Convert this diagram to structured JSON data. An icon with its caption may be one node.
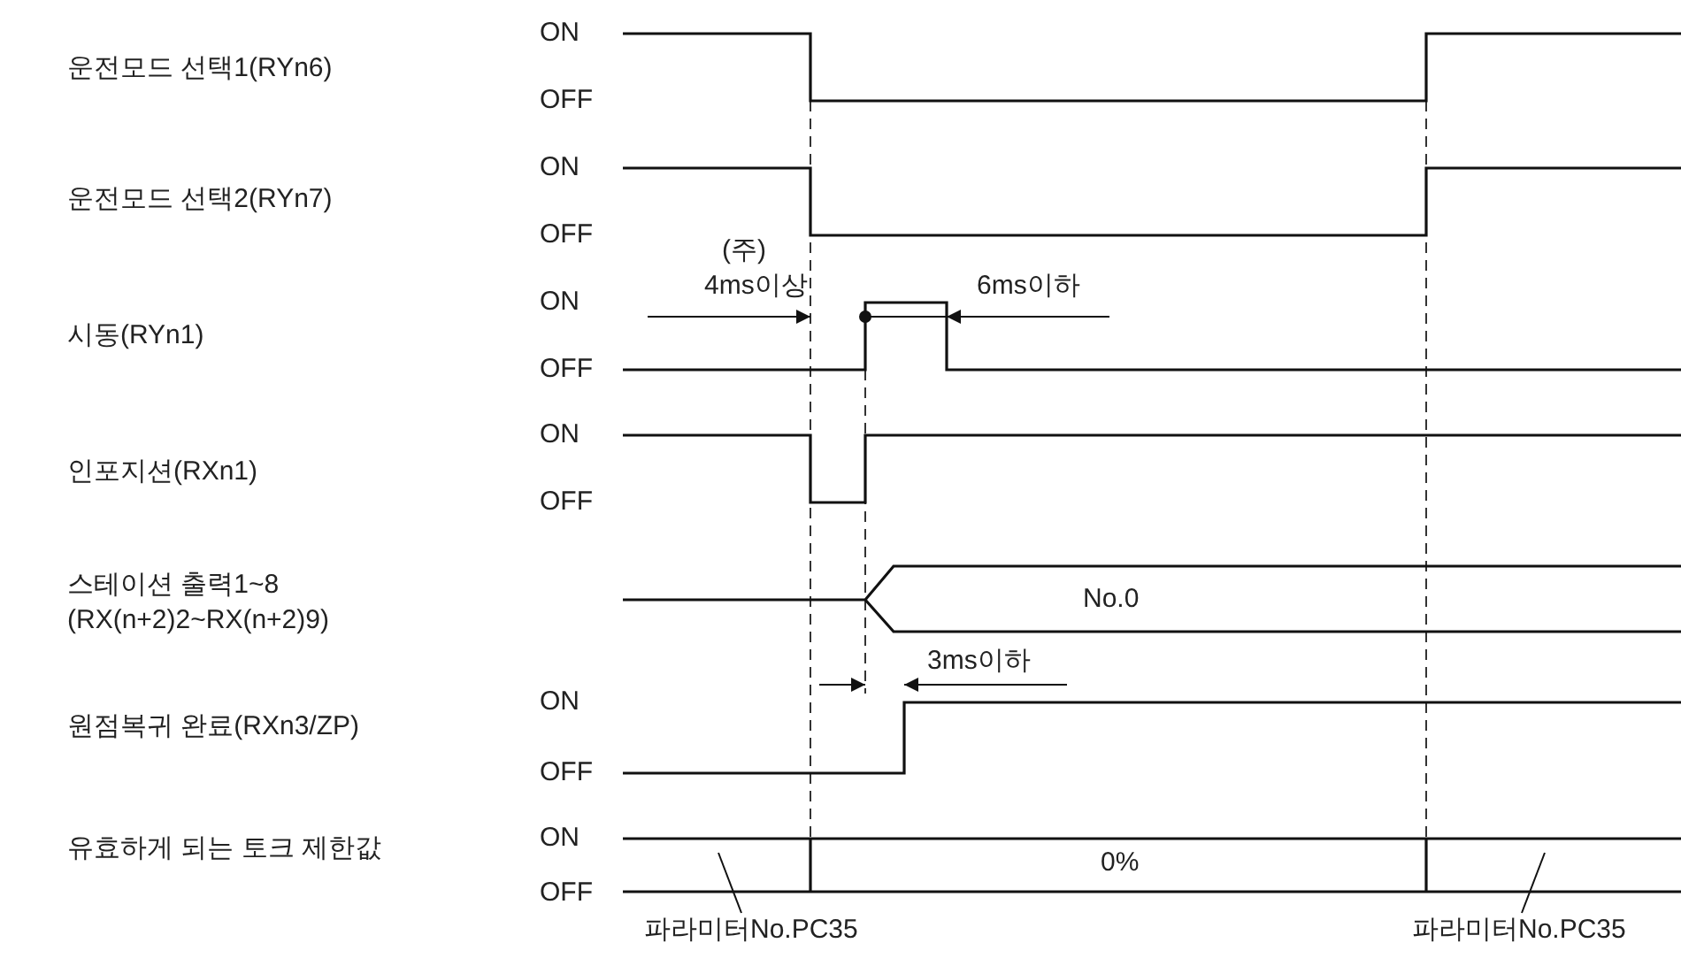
{
  "diagram": {
    "nodes": [
      {
        "text": [
          "파라미터No.PC35"
        ]
      },
      {
        "text": [
          "파라미터No.PC35"
        ]
      }
    ],
    "edges": [
      {
        "from": 0,
        "to": null,
        "arrow": "none"
      },
      {
        "from": 1,
        "to": null,
        "arrow": "none"
      }
    ],
    "labels": [
      "ON",
      "운전모드 선택1(RYn6)",
      "OFF",
      "ON",
      "운전모드 선택2(RYn7)",
      "OFF",
      "(주)",
      "4ms이상",
      "ON",
      "6ms이하",
      "시동(RYn1)",
      "OFF",
      "ON",
      "인포지션(RXn1)",
      "OFF",
      "스테이션 출력1~8 (RX(n+2)2~RX(n+2)9)",
      "No.0",
      "3ms이하",
      "ON",
      "원점복귀 완료(RXn3/ZP)",
      "OFF",
      "ON",
      "유효하게 되는 토크 제한값",
      "0%",
      "OFF"
    ]
  }
}
